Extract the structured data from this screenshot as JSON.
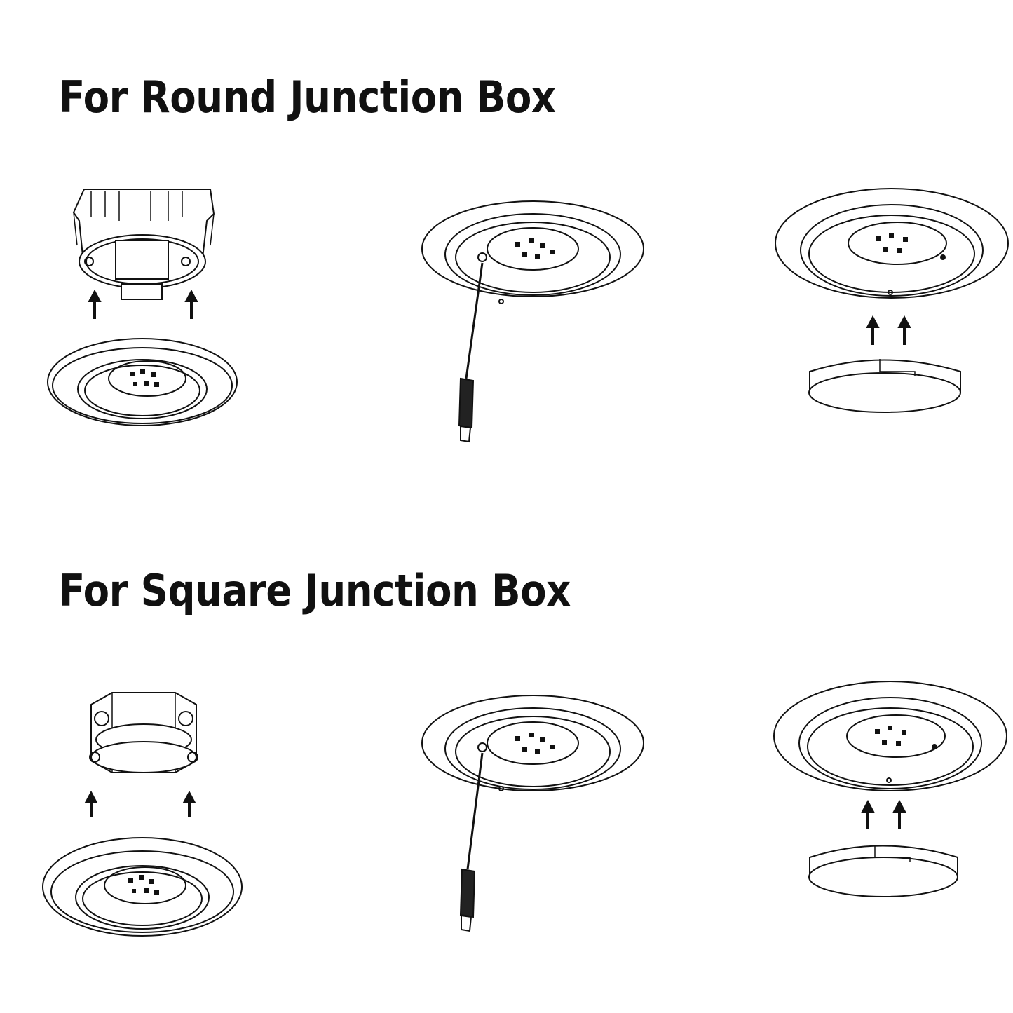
{
  "sections": [
    {
      "title": "For Round Junction Box",
      "steps": [
        {
          "illustration": "round-junction-box-above-mount-plate",
          "arrows": 2
        },
        {
          "illustration": "screwdriver-fastening-mount-plate"
        },
        {
          "illustration": "light-cover-pushed-up-to-plate",
          "arrows": 2
        }
      ]
    },
    {
      "title": "For Square Junction Box",
      "steps": [
        {
          "illustration": "octagonal-junction-box-above-mount-plate",
          "arrows": 2
        },
        {
          "illustration": "screwdriver-fastening-mount-plate"
        },
        {
          "illustration": "light-cover-pushed-up-to-plate",
          "arrows": 2
        }
      ]
    }
  ],
  "colors": {
    "line": "#111111",
    "background": "#ffffff",
    "shade": "#eeeeee"
  }
}
